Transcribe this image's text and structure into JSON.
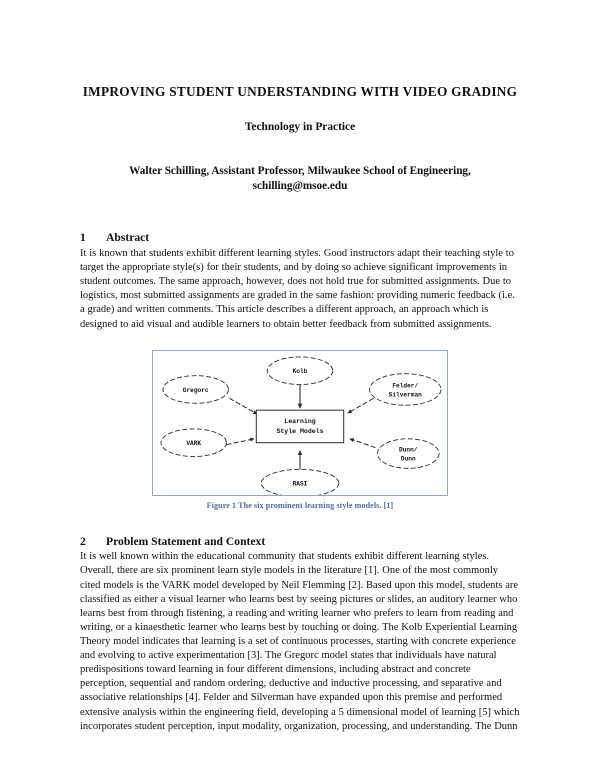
{
  "document": {
    "title": "IMPROVING STUDENT UNDERSTANDING WITH VIDEO GRADING",
    "subtitle": "Technology in Practice",
    "author_line": "Walter Schilling, Assistant Professor, Milwaukee School of Engineering,",
    "author_email": "schilling@msoe.edu"
  },
  "sections": [
    {
      "number": "1",
      "title": "Abstract",
      "body": "It is known that students exhibit different learning styles.  Good instructors adapt their teaching style to target the appropriate style(s) for their students, and by doing so achieve significant improvements in student outcomes.  The same approach, however, does not hold true for submitted assignments.  Due to logistics, most submitted assignments are graded in the same fashion: providing numeric feedback (i.e. a grade) and written comments.  This article describes a different approach, an approach which is designed to aid visual and audible learners to obtain better feedback from submitted assignments."
    },
    {
      "number": "2",
      "title": "Problem Statement and Context",
      "body": "It is well known within the educational community that students exhibit different learning styles.  Overall, there are six prominent learn style models in the literature [1].  One of the most commonly cited models is the VARK model developed by Neil Flemming [2].  Based upon this model, students are classified as either a visual learner who learns best by seeing pictures or slides, an auditory learner who learns best from through listening, a reading and writing learner who prefers to learn from reading and writing, or a kinaesthetic learner who learns best by touching or doing.   The Kolb Experiential Learning Theory model indicates that learning is a set of continuous processes, starting with concrete experience and evolving to active experimentation [3].  The Gregorc model states that individuals have natural predispositions toward learning in four different dimensions, including abstract and concrete perception, sequential and random ordering, deductive and inductive processing, and separative and associative relationships [4]. Felder and Silverman have expanded upon this premise and performed extensive analysis within the engineering field, developing a 5 dimensional model of learning [5] which incorporates student perception, input modality, organization, processing, and understanding. The Dunn"
    }
  ],
  "figure": {
    "caption": "Figure 1 The six prominent learning style models. [1]",
    "caption_color": "#4a6fa5",
    "border_color": "#8aa8d0",
    "center_node": {
      "line1": "Learning",
      "line2": "Style Models"
    },
    "nodes": [
      {
        "id": "kolb",
        "line1": "Kolb",
        "line2": ""
      },
      {
        "id": "gregorc",
        "line1": "Gregorc",
        "line2": ""
      },
      {
        "id": "felder-silverman",
        "line1": "Felder/",
        "line2": "Silverman"
      },
      {
        "id": "vark",
        "line1": "VARK",
        "line2": ""
      },
      {
        "id": "dunn-dunn",
        "line1": "Dunn/",
        "line2": "Dunn"
      },
      {
        "id": "rasi",
        "line1": "RASI",
        "line2": ""
      }
    ]
  }
}
